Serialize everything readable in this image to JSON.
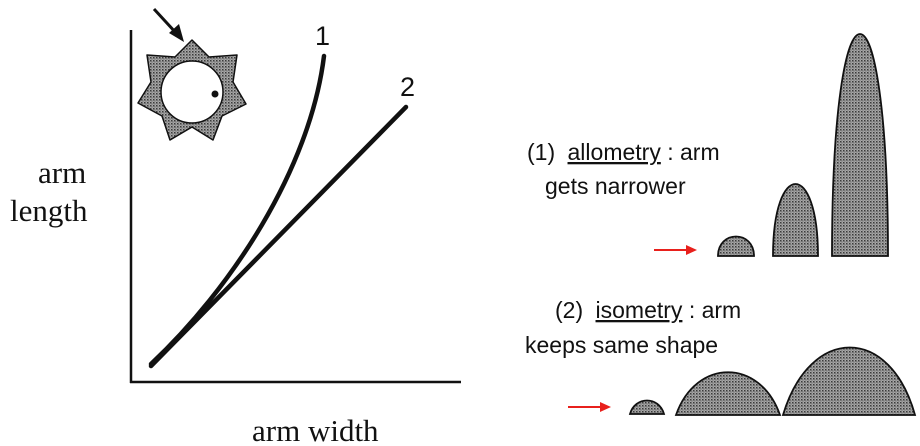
{
  "graph": {
    "y_axis_label_line1": "arm",
    "y_axis_label_line2": "length",
    "x_axis_label": "arm width",
    "curve_1_label": "1",
    "curve_2_label": "2"
  },
  "panel_allometry": {
    "number": "(1)",
    "term": "allometry",
    "text_after_term": ": arm",
    "line2": "gets narrower"
  },
  "panel_isometry": {
    "number": "(2)",
    "term": "isometry",
    "text_after_term": ": arm",
    "line2": "keeps same shape"
  },
  "colors": {
    "ink": "#111111",
    "stipple_fill": "#8c8c8c",
    "pointer_arrow": "#e8201c"
  },
  "icons": {
    "starfish": "starfish-icon",
    "pointer": "arrow-icon"
  }
}
